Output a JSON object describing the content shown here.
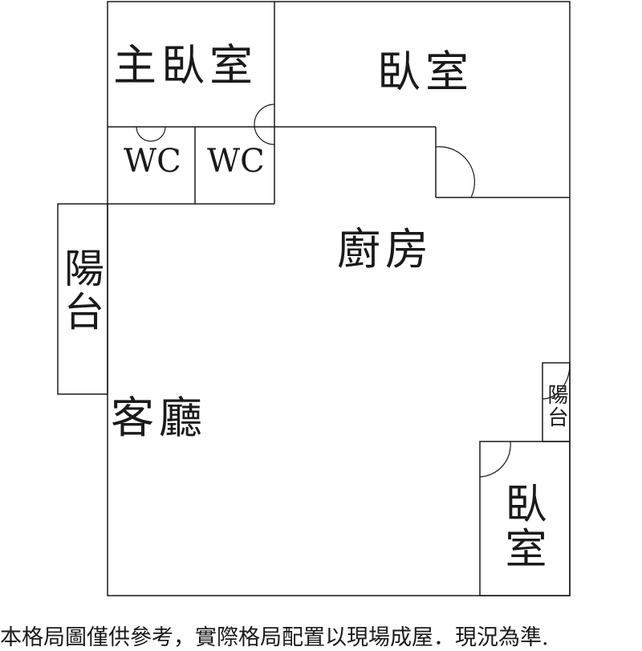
{
  "rooms": {
    "master_bedroom": "主臥室",
    "bedroom_top": "臥室",
    "wc_left": "WC",
    "wc_right": "WC",
    "kitchen": "廚房",
    "balcony_left": "陽台",
    "living_room": "客廳",
    "balcony_right": "陽台",
    "bedroom_bottom": "臥室"
  },
  "caption": "本格局圖僅供參考，實際格局配置以現場成屋．現況為準."
}
